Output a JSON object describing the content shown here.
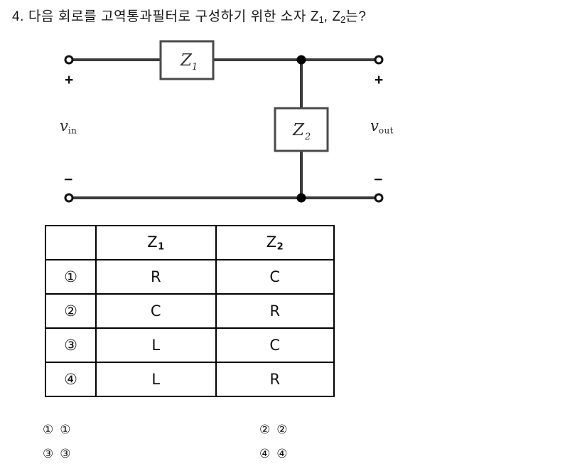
{
  "question": {
    "number": "4.",
    "text_before": "다음  회로를  고역통과필터로  구성하기  위한  소자",
    "var1": "Z",
    "var1_sub": "1",
    "separator": ",",
    "var2": "Z",
    "var2_sub": "2",
    "text_after": "는?"
  },
  "circuit": {
    "z1_label": "Z",
    "z1_sub": "1",
    "z2_label": "Z",
    "z2_sub": "2",
    "v_in": "v",
    "v_in_sub": "in",
    "v_out": "v",
    "v_out_sub": "out",
    "plus_left": "+",
    "plus_right": "+",
    "minus_left": "−",
    "minus_right": "−",
    "line_color": "#3a3a3a",
    "node_color": "#000000"
  },
  "table": {
    "headers": [
      "",
      "Z",
      "Z"
    ],
    "header_subs": [
      "",
      "1",
      "2"
    ],
    "rows": [
      {
        "num": "①",
        "z1": "R",
        "z2": "C"
      },
      {
        "num": "②",
        "z1": "C",
        "z2": "R"
      },
      {
        "num": "③",
        "z1": "L",
        "z2": "C"
      },
      {
        "num": "④",
        "z1": "L",
        "z2": "R"
      }
    ]
  },
  "answers": [
    {
      "marker": "①",
      "label": "①"
    },
    {
      "marker": "②",
      "label": "②"
    },
    {
      "marker": "③",
      "label": "③"
    },
    {
      "marker": "④",
      "label": "④"
    }
  ]
}
